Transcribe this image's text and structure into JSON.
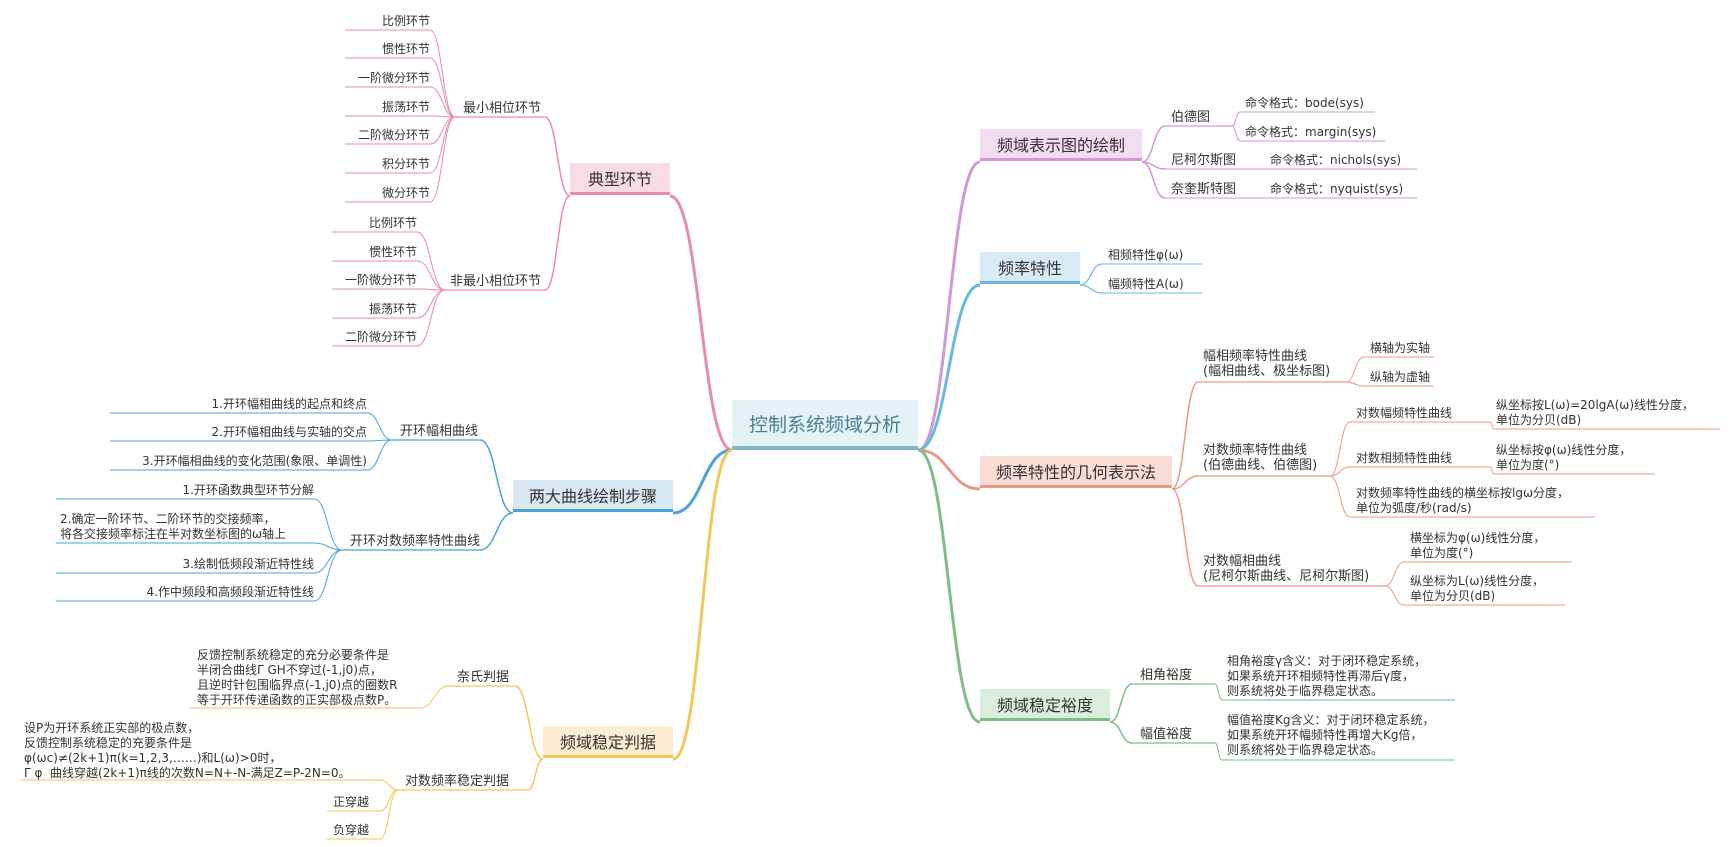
{
  "root": "控制系统频域分析",
  "colors": {
    "pink": "#e98ab0",
    "blue": "#4aa3d4",
    "yellow": "#f4c65a",
    "violet": "#cf9ad3",
    "sky": "#6ab7e0",
    "salmon": "#e99a86",
    "green": "#7dbe86"
  },
  "left": {
    "typical": {
      "label": "典型环节",
      "min_phase": {
        "label": "最小相位环节",
        "items": [
          "比例环节",
          "惯性环节",
          "一阶微分环节",
          "振荡环节",
          "二阶微分环节",
          "积分环节",
          "微分环节"
        ]
      },
      "nonmin_phase": {
        "label": "非最小相位环节",
        "items": [
          "比例环节",
          "惯性环节",
          "一阶微分环节",
          "振荡环节",
          "二阶微分环节"
        ]
      }
    },
    "two_curves": {
      "label": "两大曲线绘制步骤",
      "open_polar": {
        "label": "开环幅相曲线",
        "items": [
          "1.开环幅相曲线的起点和终点",
          "2.开环幅相曲线与实轴的交点",
          "3.开环幅相曲线的变化范围(象限、单调性)"
        ]
      },
      "open_bode": {
        "label": "开环对数频率特性曲线",
        "items": [
          "1.开环函数典型环节分解",
          "2.确定一阶环节、二阶环节的交接频率，\n将各交接频率标注在半对数坐标图的ω轴上",
          "3.绘制低频段渐近特性线",
          "4.作中频段和高频段渐近特性线"
        ]
      }
    },
    "stability": {
      "label": "频域稳定判据",
      "nyquist": {
        "label": "奈氏判据",
        "text": "反馈控制系统稳定的充分必要条件是\n半闭合曲线Γ GH不穿过(-1,j0)点，\n且逆时针包围临界点(-1,j0)点的圈数R\n等于开环传递函数的正实部极点数P。"
      },
      "log_freq": {
        "label": "对数频率稳定判据",
        "text": "设P为开环系统正实部的极点数，\n反馈控制系统稳定的充要条件是\nφ(ωc)≠(2k+1)π(k=1,2,3,……)和L(ω)>0时，\nΓ φ  曲线穿越(2k+1)π线的次数N=N+-N-满足Z=P-2N=0。",
        "items": [
          "正穿越",
          "负穿越"
        ]
      }
    }
  },
  "right": {
    "plots": {
      "label": "频域表示图的绘制",
      "bode": {
        "label": "伯德图",
        "items": [
          "命令格式：bode(sys)",
          "命令格式：margin(sys)"
        ]
      },
      "nichols": {
        "label": "尼柯尔斯图",
        "item": "命令格式：nichols(sys)"
      },
      "nyquist": {
        "label": "奈奎斯特图",
        "item": "命令格式：nyquist(sys)"
      }
    },
    "freq_char": {
      "label": "频率特性",
      "items": [
        "相频特性φ(ω)",
        "幅频特性A(ω)"
      ]
    },
    "geometry": {
      "label": "频率特性的几何表示法",
      "polar": {
        "label": "幅相频率特性曲线\n(幅相曲线、极坐标图)",
        "items": [
          "横轴为实轴",
          "纵轴为虚轴"
        ]
      },
      "log": {
        "label": "对数频率特性曲线\n(伯德曲线、伯德图)",
        "mag": {
          "label": "对数幅频特性曲线",
          "item": "纵坐标按L(ω)=20lgA(ω)线性分度，\n单位为分贝(dB)"
        },
        "phase": {
          "label": "对数相频特性曲线",
          "item": "纵坐标按φ(ω)线性分度，\n单位为度(°)"
        },
        "axis": "对数频率特性曲线的横坐标按lgω分度，\n单位为弧度/秒(rad/s)"
      },
      "logmagphase": {
        "label": "对数幅相曲线\n(尼柯尔斯曲线、尼柯尔斯图)",
        "items": [
          "横坐标为φ(ω)线性分度，\n单位为度(°)",
          "纵坐标为L(ω)线性分度，\n单位为分贝(dB)"
        ]
      }
    },
    "margin": {
      "label": "频域稳定裕度",
      "phase": {
        "label": "相角裕度",
        "text": "相角裕度γ含义：对于闭环稳定系统，\n如果系统开环相频特性再滞后γ度，\n则系统将处于临界稳定状态。"
      },
      "gain": {
        "label": "幅值裕度",
        "text": "幅值裕度Kg含义：对于闭环稳定系统，\n如果系统开环幅频特性再增大Kg倍，\n则系统将处于临界稳定状态。"
      }
    }
  }
}
